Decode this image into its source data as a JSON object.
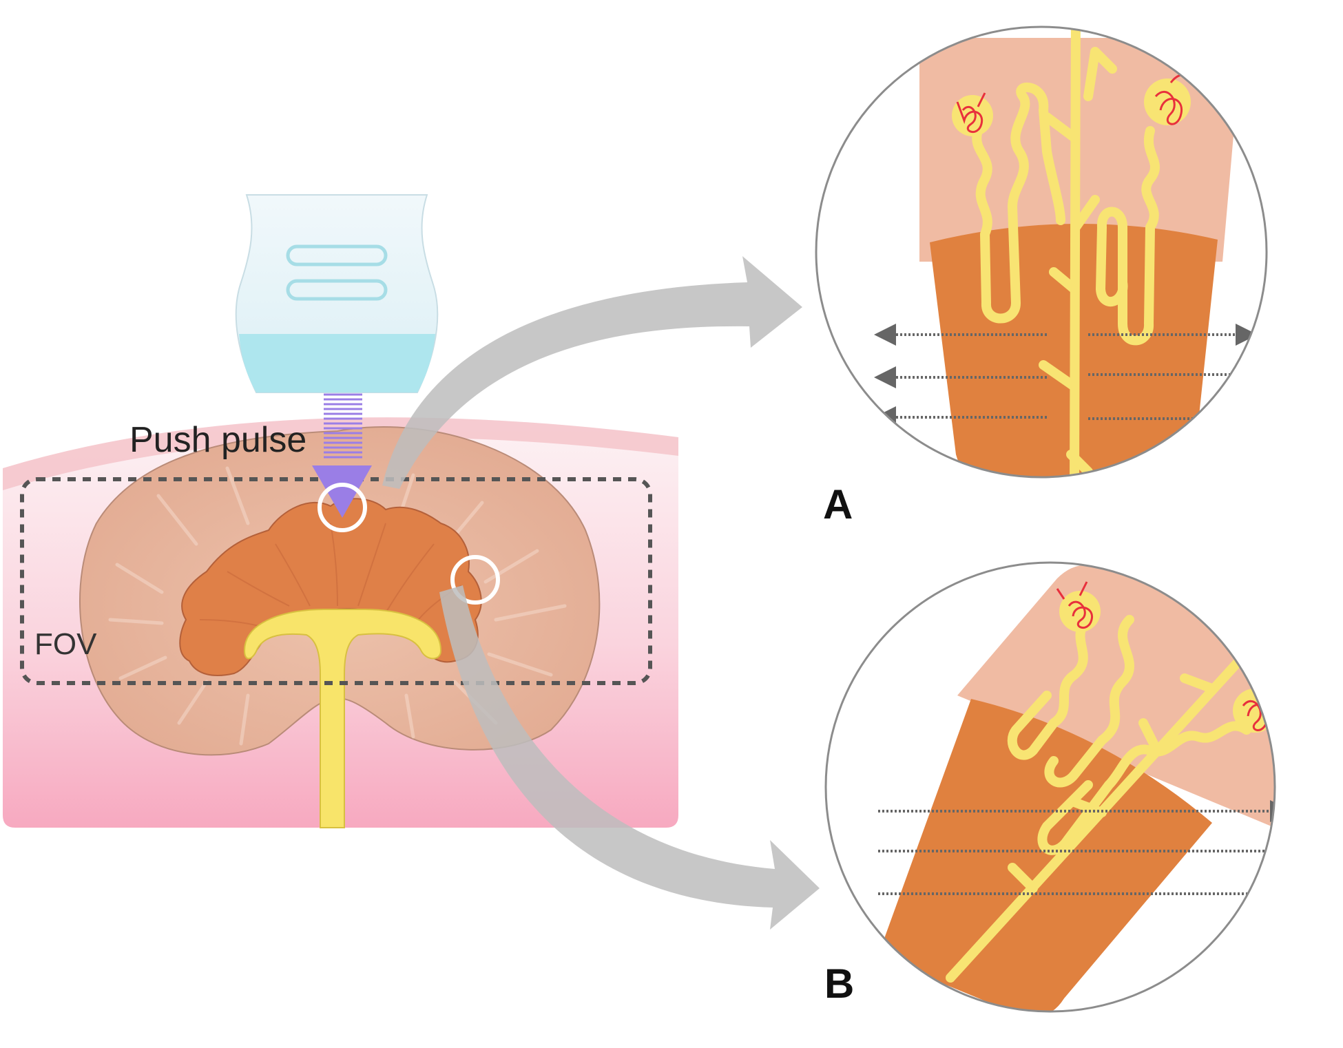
{
  "labels": {
    "push_pulse": "Push pulse",
    "fov": "FOV",
    "panel_a": "A",
    "panel_b": "B"
  },
  "colors": {
    "cortex": "#e8b8a0",
    "medulla": "#e08444",
    "tubule": "#f7e27a",
    "push_arrow": "#9a7ee6",
    "skin": "#f8c8d2",
    "transducer_gel": "#aee6ee",
    "curved_arrow": "#bdbdbd"
  }
}
